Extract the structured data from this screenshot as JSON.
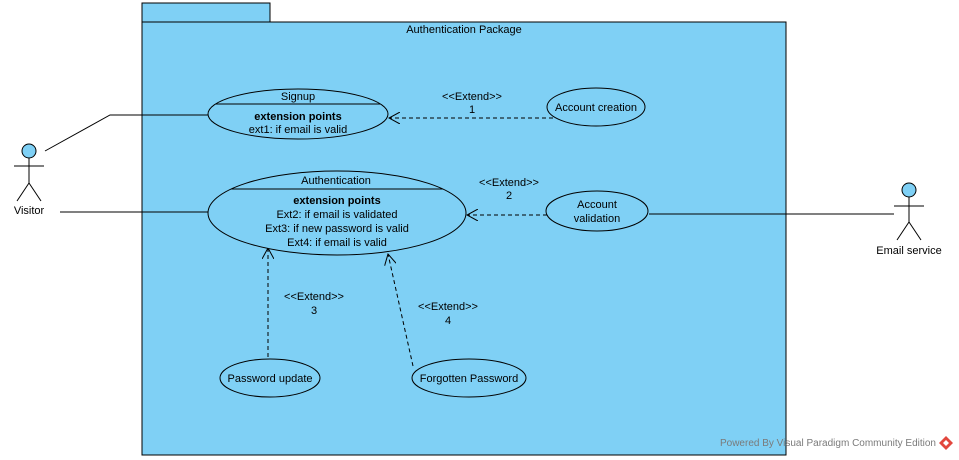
{
  "diagram": {
    "package": {
      "name": "Authentication Package",
      "fill_color": "#7fd0f5"
    },
    "actors": [
      {
        "id": "visitor",
        "name": "Visitor"
      },
      {
        "id": "email_service",
        "name": "Email service"
      }
    ],
    "use_cases": [
      {
        "id": "signup",
        "name": "Signup",
        "extension_points_label": "extension points",
        "extension_points": [
          "ext1: if email is valid"
        ]
      },
      {
        "id": "authentication",
        "name": "Authentication",
        "extension_points_label": "extension points",
        "extension_points": [
          "Ext2: if email is validated",
          "Ext3: if new password is valid",
          "Ext4: if email is valid"
        ]
      },
      {
        "id": "account_creation",
        "name": "Account creation"
      },
      {
        "id": "account_validation",
        "name_lines": [
          "Account",
          "validation"
        ]
      },
      {
        "id": "password_update",
        "name": "Password update"
      },
      {
        "id": "forgotten_password",
        "name": "Forgotten Password"
      }
    ],
    "extend_relations": [
      {
        "from": "account_creation",
        "to": "signup",
        "stereotype": "<<Extend>>",
        "label": "1"
      },
      {
        "from": "account_validation",
        "to": "authentication",
        "stereotype": "<<Extend>>",
        "label": "2"
      },
      {
        "from": "password_update",
        "to": "authentication",
        "stereotype": "<<Extend>>",
        "label": "3"
      },
      {
        "from": "forgotten_password",
        "to": "authentication",
        "stereotype": "<<Extend>>",
        "label": "4"
      }
    ],
    "associations": [
      {
        "actor": "visitor",
        "use_case": "signup"
      },
      {
        "actor": "visitor",
        "use_case": "authentication"
      },
      {
        "actor": "email_service",
        "use_case": "account_validation"
      }
    ],
    "watermark": "Powered By Visual Paradigm Community Edition",
    "colors": {
      "actor_head": "#7fd0f5",
      "logo_red": "#e2473d"
    }
  }
}
